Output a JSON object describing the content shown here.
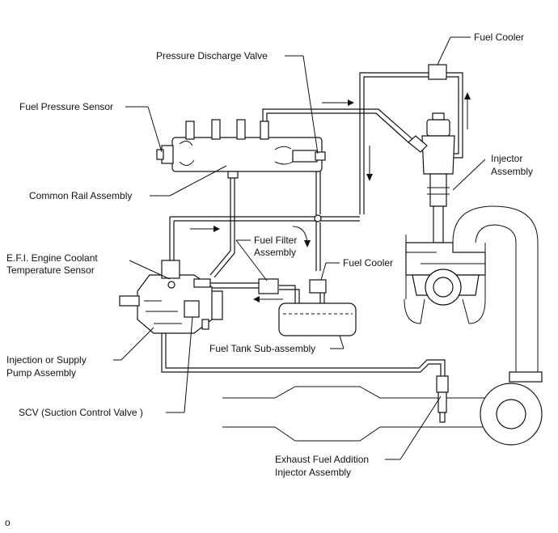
{
  "labels": {
    "fuel_cooler_top": "Fuel Cooler",
    "pressure_discharge_valve": "Pressure Discharge Valve",
    "fuel_pressure_sensor": "Fuel Pressure Sensor",
    "injector_assembly_line1": "Injector",
    "injector_assembly_line2": "Assembly",
    "common_rail_assembly": "Common Rail Assembly",
    "efi_sensor_line1": "E.F.I.  Engine Coolant",
    "efi_sensor_line2": "Temperature Sensor",
    "fuel_filter_line1": "Fuel Filter",
    "fuel_filter_line2": "Assembly",
    "fuel_cooler_lower": "Fuel Cooler",
    "fuel_tank": "Fuel Tank Sub-assembly",
    "injection_pump_line1": "Injection or Supply",
    "injection_pump_line2": "Pump Assembly",
    "scv": "SCV (Suction Control Valve )",
    "exhaust_injector_line1": "Exhaust Fuel Addition",
    "exhaust_injector_line2": "Injector Assembly",
    "corner_mark": "o"
  }
}
